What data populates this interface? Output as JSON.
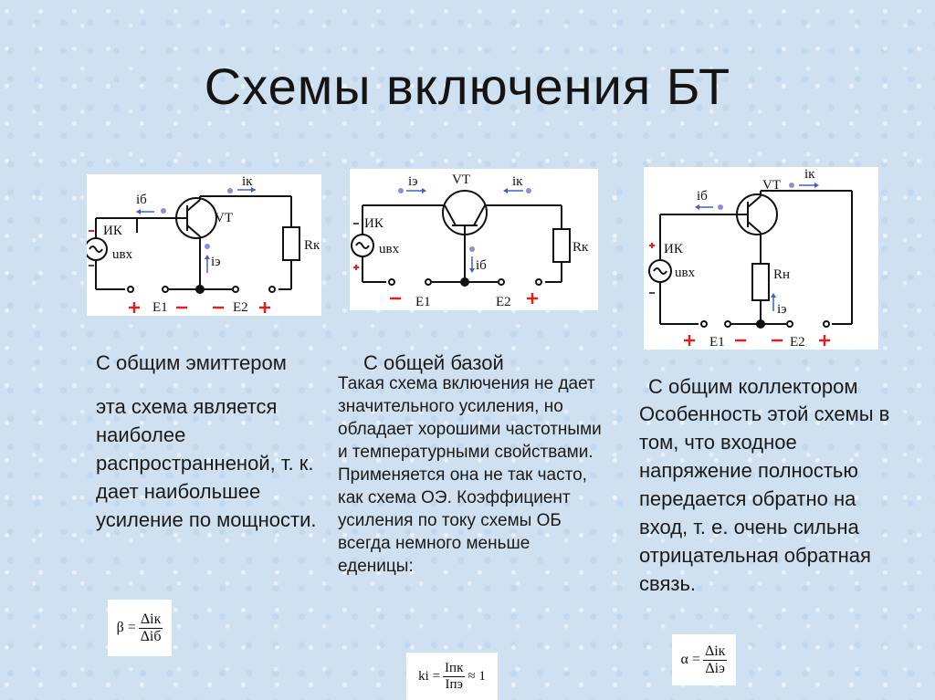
{
  "title": "Схемы включения БТ",
  "circuit_labels": {
    "vt": "VT",
    "ik": "ИК",
    "u_in": "uвх",
    "ib": "iб",
    "ik_cur": "iк",
    "ie": "iэ",
    "rk": "Rк",
    "rn": "Rн",
    "e1": "E1",
    "e2": "E2",
    "plus": "+",
    "minus": "−"
  },
  "columns": [
    {
      "heading": "С общим эмиттером",
      "body": "эта схема является наиболее распространненой, т. к. дает наибольшее усиление по мощности.",
      "formula": {
        "lhs": "β =",
        "num": "Δiк",
        "den": "Δiб"
      }
    },
    {
      "heading": "С общей базой",
      "body": "Такая схема включения не дает значительного усиления, но обладает хорошими частотными и температурными свойствами. Применяется она не так часто, как схема ОЭ. Коэффициент усиления по току схемы ОБ всегда немного меньше еденицы:",
      "formula": {
        "lhs": "ki =",
        "num": "Iпк",
        "den": "Iпэ",
        "rhs": "≈ 1"
      }
    },
    {
      "heading": "С общим коллектором",
      "body": "Особенность этой схемы в том, что входное напряжение полностью передается обратно на вход, т. е. очень сильна отрицательная обратная связь.",
      "formula": {
        "lhs": "α =",
        "num": "Δiк",
        "den": "Δiэ"
      }
    }
  ]
}
